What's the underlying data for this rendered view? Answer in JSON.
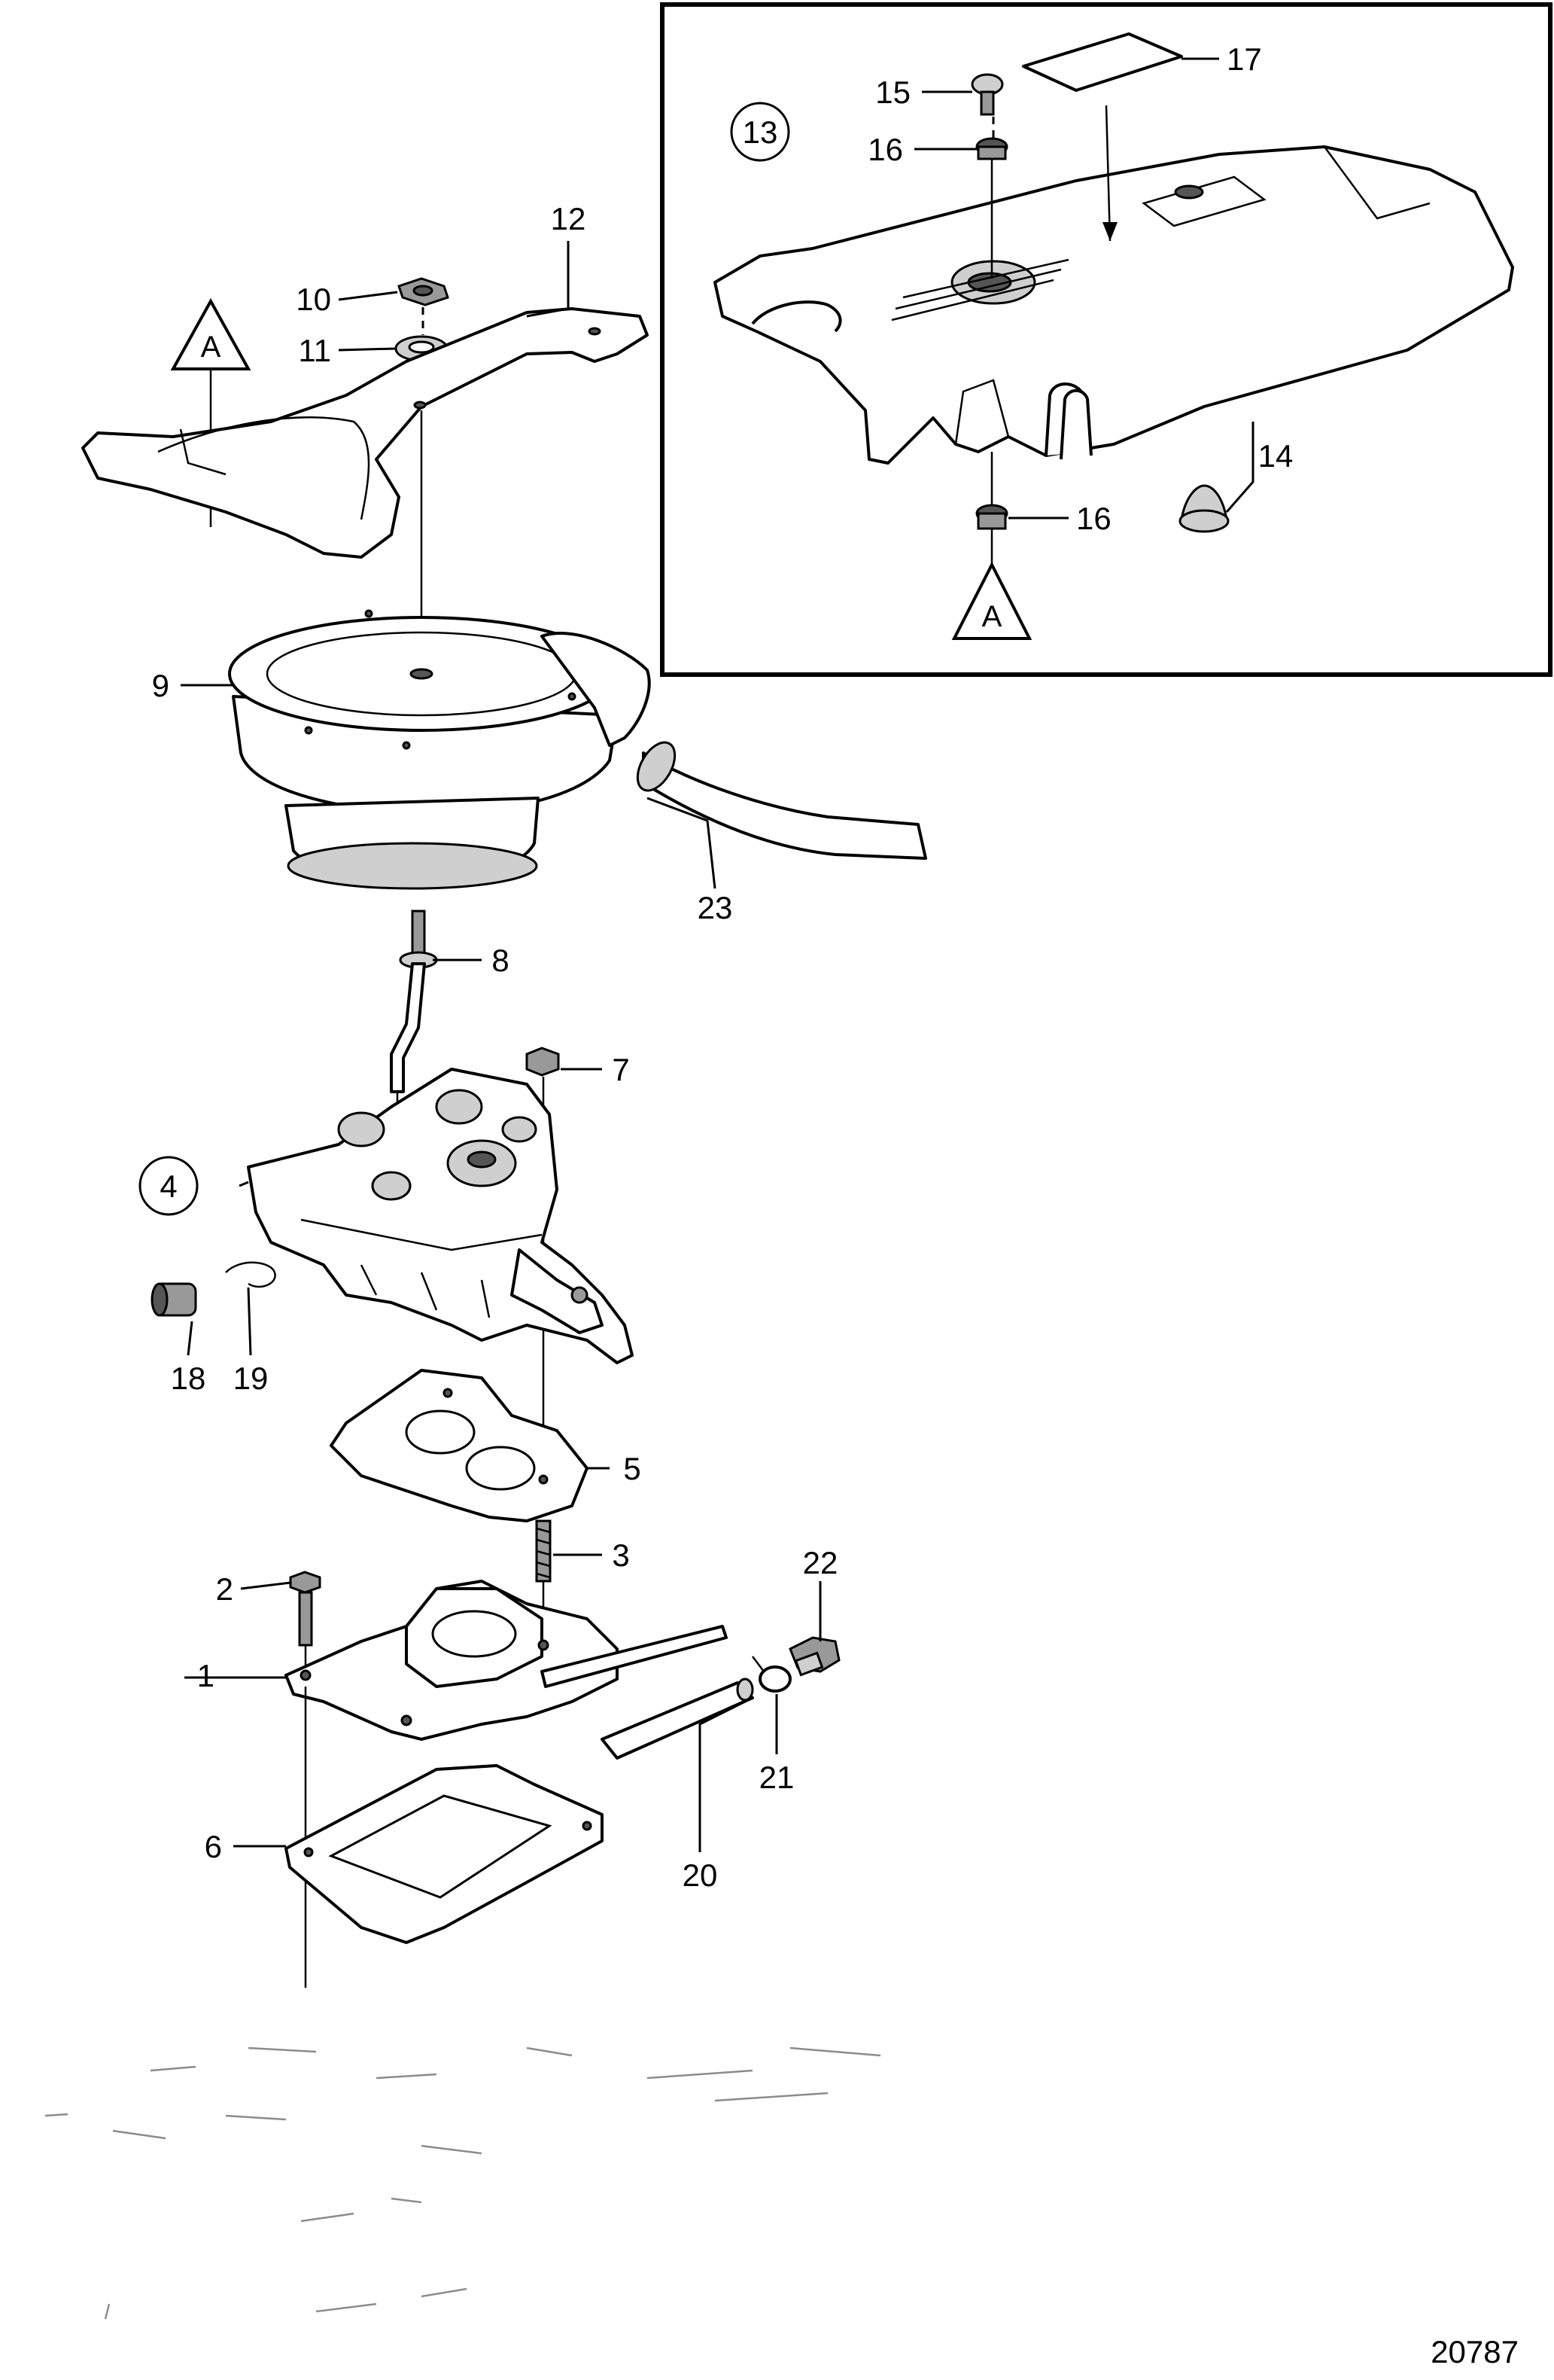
{
  "diagram": {
    "drawing_number": "20787",
    "callouts": [
      {
        "id": "c1",
        "text": "1"
      },
      {
        "id": "c2",
        "text": "2"
      },
      {
        "id": "c3",
        "text": "3"
      },
      {
        "id": "c4",
        "text": "4",
        "circled": true
      },
      {
        "id": "c5",
        "text": "5"
      },
      {
        "id": "c6",
        "text": "6"
      },
      {
        "id": "c7",
        "text": "7"
      },
      {
        "id": "c8",
        "text": "8"
      },
      {
        "id": "c9",
        "text": "9"
      },
      {
        "id": "c10",
        "text": "10"
      },
      {
        "id": "c11",
        "text": "11"
      },
      {
        "id": "c12",
        "text": "12"
      },
      {
        "id": "c13",
        "text": "13",
        "circled": true
      },
      {
        "id": "c14",
        "text": "14"
      },
      {
        "id": "c15",
        "text": "15"
      },
      {
        "id": "c16a",
        "text": "16"
      },
      {
        "id": "c16b",
        "text": "16"
      },
      {
        "id": "c17",
        "text": "17"
      },
      {
        "id": "c18",
        "text": "18"
      },
      {
        "id": "c19",
        "text": "19"
      },
      {
        "id": "c20",
        "text": "20"
      },
      {
        "id": "c21",
        "text": "21"
      },
      {
        "id": "c22",
        "text": "22"
      },
      {
        "id": "c23",
        "text": "23"
      }
    ],
    "reference_markers": [
      {
        "id": "refA1",
        "text": "A"
      },
      {
        "id": "refA2",
        "text": "A"
      }
    ]
  }
}
